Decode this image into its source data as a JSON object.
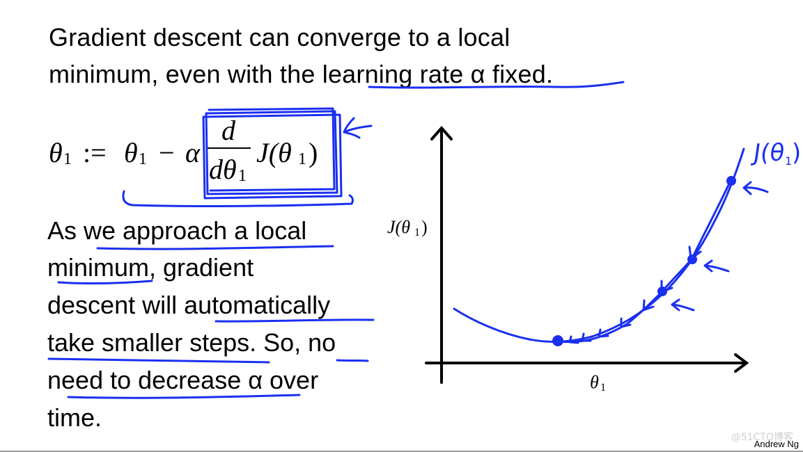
{
  "title": {
    "line1": "Gradient descent can converge to a local",
    "line2_part1": "minimum, even with the ",
    "line2_part2": "learning rate α fixed",
    "line2_part3": "."
  },
  "equation": {
    "lhs": "θ",
    "lhs_sub": "1",
    "assign": ":=",
    "rhs_theta": "θ",
    "rhs_sub": "1",
    "minus": "−",
    "alpha": "α",
    "numerator": "d",
    "denominator_d": "dθ",
    "denominator_sub": "1",
    "func": "J(θ",
    "func_sub": "1",
    "func_close": ")"
  },
  "body": {
    "line1": "As we approach a local",
    "line2": "minimum, gradient",
    "line3": "descent will automatically",
    "line4": "take smaller steps. So, no",
    "line5": "need to decrease α over",
    "line6": "time."
  },
  "graph": {
    "y_axis_label": "J(θ",
    "y_axis_label_sub": "1",
    "y_axis_label_close": ")",
    "x_axis_label": "θ",
    "x_axis_label_sub": "1",
    "curve_annotation": "J(θ",
    "curve_annotation_sub": "1",
    "curve_annotation_close": ")"
  },
  "footer": {
    "credit": "Andrew Ng",
    "watermark": "@51CTO博客"
  },
  "colors": {
    "ink": "#1a2ff0",
    "text": "#000000",
    "background": "#ffffff"
  }
}
